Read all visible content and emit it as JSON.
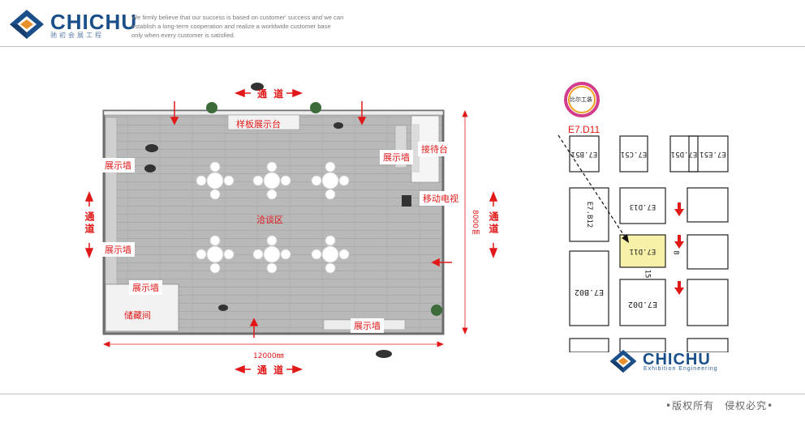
{
  "header": {
    "brand": "CHICHU",
    "brand_sub": "驰初会展工程",
    "slogan_lines": [
      "We firmly believe that our success is based on customer' success and we can",
      "establish a long-term cooperation and realize a worldwide customer base",
      "only when every customer is satisfied."
    ]
  },
  "floorplan": {
    "aisle_label": "通 道",
    "aisle_label_vertical": "通道",
    "labels": {
      "sample_display": "样板展示台",
      "reception": "接待台",
      "display_wall": "展示墙",
      "mobile_tv": "移动电视",
      "negotiation_area": "洽谈区",
      "storage": "储藏间"
    },
    "dimensions": {
      "width": "12000㎜",
      "height": "8000㎜"
    }
  },
  "location_map": {
    "logo_text": "比尔工装",
    "booth_id": "E7.D11",
    "booth_labels": [
      "E7.B51",
      "E7.C51",
      "E7.D51",
      "E7.E51",
      "E7.B12",
      "E7.D11",
      "E7.D13",
      "E7.B02",
      "E7.D02",
      "8",
      "15"
    ]
  },
  "footer": {
    "brand": "CHICHU",
    "brand_sub": "Exhibition Engineering",
    "copyright": "•版权所有　侵权必究•"
  },
  "colors": {
    "brand_blue": "#1b4f8a",
    "accent_orange": "#e8902c",
    "marker_red": "#e01818",
    "highlight_booth": "#f7f0a8"
  }
}
